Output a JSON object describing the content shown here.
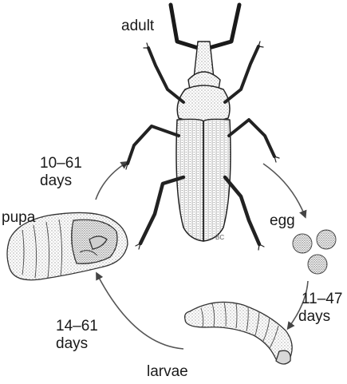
{
  "stages": {
    "adult": "adult",
    "egg": "egg",
    "larvae": "larvae",
    "pupa": "pupa"
  },
  "durations": {
    "egg_to_larvae": {
      "line1": "11–47",
      "line2": "days"
    },
    "larvae_to_pupa": {
      "line1": "14–61",
      "line2": "days"
    },
    "pupa_to_adult": {
      "line1": "10–61",
      "line2": "days"
    }
  },
  "artist_initials": "BC"
}
